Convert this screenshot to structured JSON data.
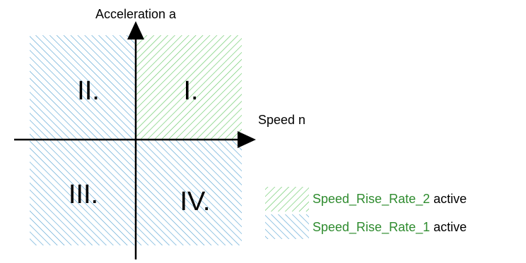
{
  "axes": {
    "y_label": "Acceleration a",
    "x_label": "Speed n"
  },
  "quadrants": [
    {
      "id": "I",
      "label": "I.",
      "rate": "Speed_Rise_Rate_2"
    },
    {
      "id": "II",
      "label": "II.",
      "rate": "Speed_Rise_Rate_1"
    },
    {
      "id": "III",
      "label": "III.",
      "rate": "Speed_Rise_Rate_1"
    },
    {
      "id": "IV",
      "label": "IV.",
      "rate": "Speed_Rise_Rate_1"
    }
  ],
  "legend": [
    {
      "param": "Speed_Rise_Rate_2",
      "suffix": " active",
      "pattern": "green-hatch",
      "color": "#5cc45c"
    },
    {
      "param": "Speed_Rise_Rate_1",
      "suffix": " active",
      "pattern": "blue-hatch",
      "color": "#4f9fd0"
    }
  ],
  "colors": {
    "param_text": "#2e8b2e",
    "green_hatch": "#5cc45c",
    "blue_hatch": "#4f9fd0",
    "axis": "#000000"
  }
}
